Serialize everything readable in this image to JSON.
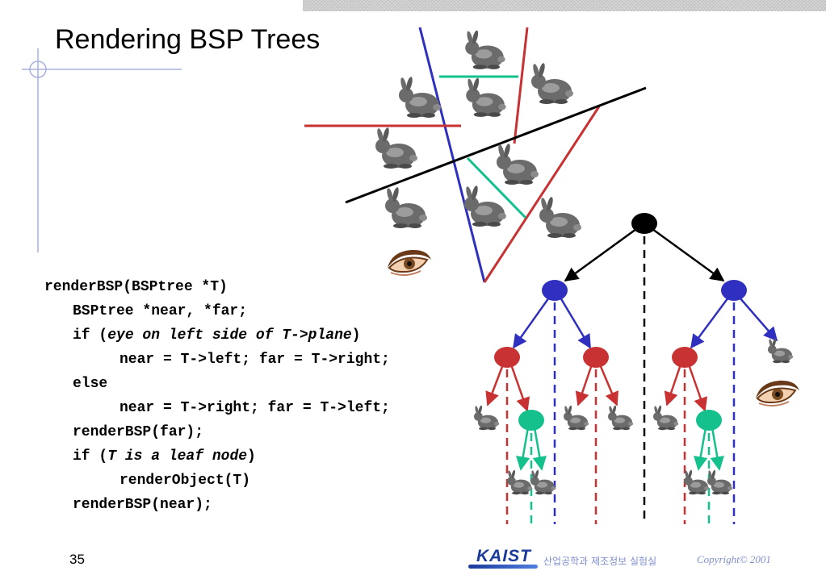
{
  "slide": {
    "title": "Rendering BSP Trees",
    "page_number": "35",
    "footer": {
      "logo_text": "KAIST",
      "lab_text": "산업공학과 제조정보 실험실",
      "copyright_text": "Copyright© 2001"
    }
  },
  "code": {
    "line1": "renderBSP(BSPtree *T)",
    "line2": "BSPtree *near, *far;",
    "line3_prefix": "if (",
    "line3_condition": "eye on left side of T->plane",
    "line3_suffix": ")",
    "line4": "near = T->left; far = T->right;",
    "line5": "else",
    "line6": "near = T->right; far = T->left;",
    "line7": "renderBSP(far);",
    "line8_prefix": "if (",
    "line8_condition": "T is a leaf node",
    "line8_suffix": ")",
    "line9": "renderObject(T)",
    "line10": "renderBSP(near);"
  },
  "colors": {
    "black_plane": "#000000",
    "blue_plane": "#3030c0",
    "red_plane": "#c83232",
    "green_plane": "#14c08c",
    "bunny": "#6b6b6b",
    "footer_text": "#7f8fcc",
    "kaist_blue": "#1a3a9a"
  },
  "icons": {
    "object": "bunny-icon",
    "viewer": "eye-icon"
  }
}
